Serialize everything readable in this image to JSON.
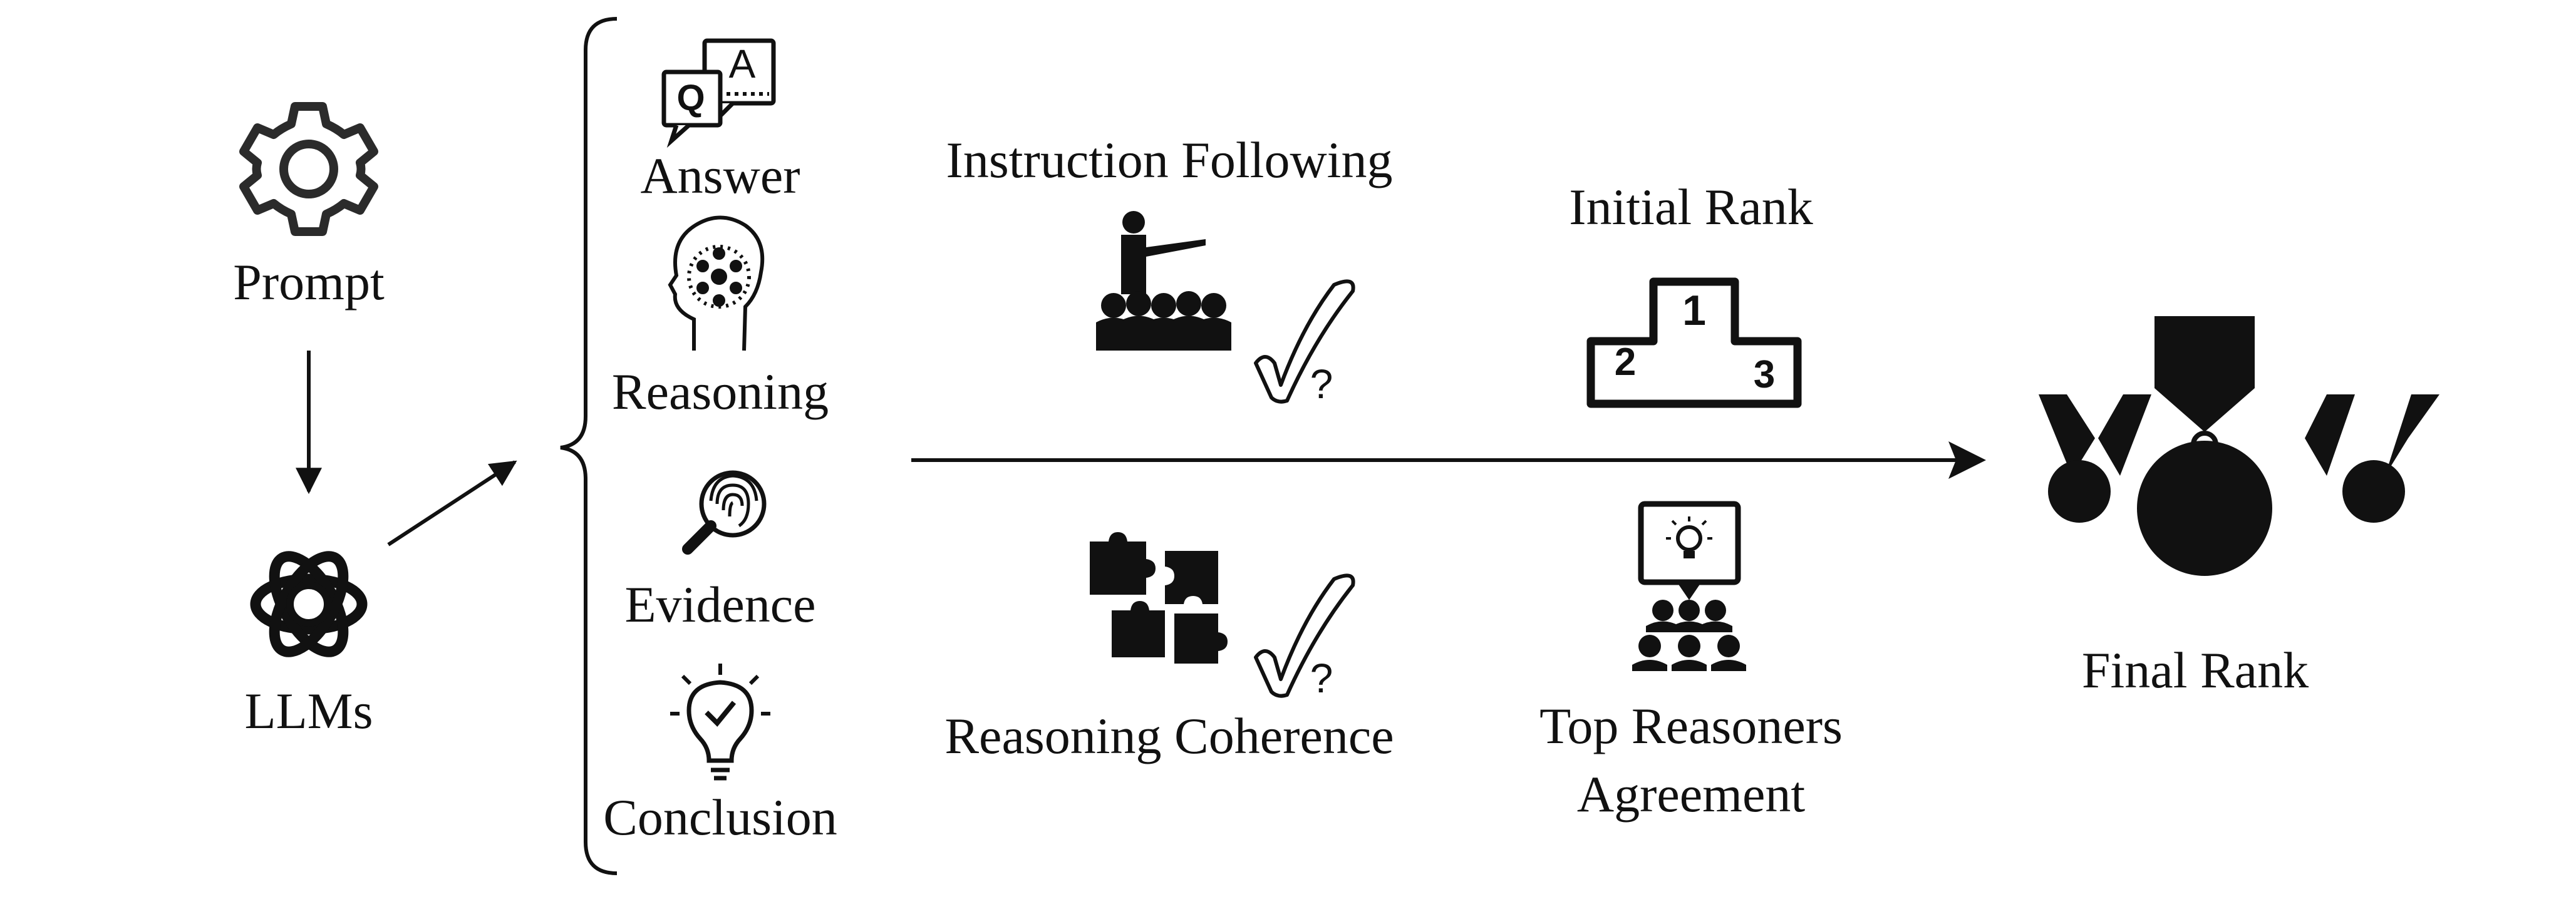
{
  "labels": {
    "prompt": "Prompt",
    "llms": "LLMs",
    "answer": "Answer",
    "reasoning": "Reasoning",
    "evidence": "Evidence",
    "conclusion": "Conclusion",
    "instruction_following": "Instruction Following",
    "reasoning_coherence": "Reasoning Coherence",
    "initial_rank": "Initial Rank",
    "top_reasoners_line1": "Top Reasoners",
    "top_reasoners_line2": "Agreement",
    "final_rank": "Final Rank",
    "qa_q": "Q",
    "qa_a": "A",
    "podium_1": "1",
    "podium_2": "2",
    "podium_3": "3",
    "check_question": "?"
  },
  "icons": {
    "prompt": "gear-icon",
    "llms": "openai-logo-icon",
    "answer": "qa-speech-bubbles-icon",
    "reasoning": "head-brain-icon",
    "evidence": "fingerprint-magnifier-icon",
    "conclusion": "lightbulb-check-icon",
    "instruction_following": "presenter-audience-icon",
    "reasoning_coherence": "puzzle-pieces-icon",
    "initial_rank": "podium-icon",
    "top_reasoners": "audience-idea-board-icon",
    "final_rank": "medals-icon",
    "check": "checkmark-question-icon"
  },
  "colors": {
    "ink": "#111111",
    "background": "#ffffff"
  }
}
